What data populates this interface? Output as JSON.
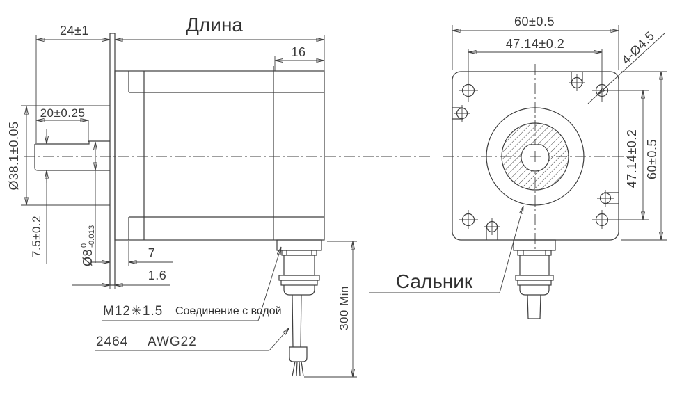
{
  "side": {
    "length_label": "Длина",
    "dim_shaft_ext": "24±1",
    "dim_rear": "16",
    "dim_flat_len": "20±0.25",
    "dim_pilot": "Ø38.1±0.05",
    "dim_flat_depth": "7.5±0.2",
    "dim_shaft": "Ø8",
    "shaft_tol_hi": "0",
    "shaft_tol_lo": "-0.013",
    "dim_front_cap": "7",
    "dim_flange_thk": "1.6",
    "dim_cable_min": "300 Min",
    "gland_thread": "M12✳1.5",
    "gland_note": "Соединение с водой",
    "cable_spec": "2464",
    "cable_gauge": "AWG22"
  },
  "front": {
    "dim_width": "60±0.5",
    "dim_bolt_h": "47.14±0.2",
    "dim_bolt_holes": "4-Ø4.5",
    "dim_bolt_v": "47.14±0.2",
    "dim_height": "60±0.5",
    "seal_label": "Сальник"
  },
  "colors": {
    "line": "#3e3e3e",
    "background": "#ffffff"
  }
}
